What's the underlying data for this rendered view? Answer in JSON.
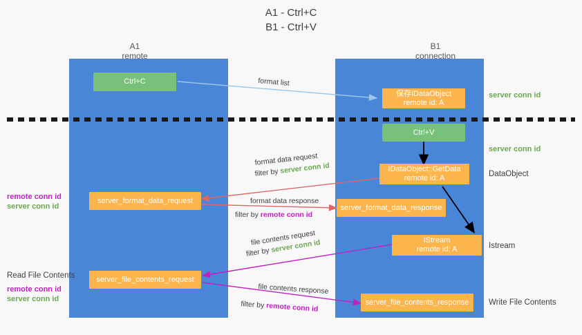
{
  "title": "A1 - Ctrl+C\nB1 - Ctrl+V",
  "lanes": [
    {
      "name": "A1",
      "sub": "remote",
      "head": "A1\nremote"
    },
    {
      "name": "B1",
      "sub": "connection",
      "head": "B1\nconnection"
    }
  ],
  "colors": {
    "lane": "#4a86d8",
    "green_node": "#79c07a",
    "orange_node": "#fcb44d",
    "server_conn_id": "#6aa84f",
    "remote_conn_id": "#c020c0",
    "format_list_arrow": "#9fc5e8",
    "format_data_arrow": "#e06666",
    "file_contents_arrow": "#c020c0",
    "background": "#f8f8f8"
  },
  "nodes": {
    "ctrl_c": "Ctrl+C",
    "save_idataobject": "保存IDataObject\nremote id: A",
    "ctrl_v": "Ctrl+V",
    "getdata": "IDataObject::GetData\nremote id: A",
    "server_format_data_request": "server_format_data_request",
    "server_format_data_response": "server_format_data_response",
    "istream": "IStream\nremote id: A",
    "server_file_contents_request": "server_file_contents_request",
    "server_file_contents_response": "server_file_contents_response"
  },
  "right_labels": {
    "server_conn_id_top": "server conn id",
    "server_conn_id_mid": "server conn id",
    "dataobject": "DataObject",
    "istream": "Istream",
    "write_file_contents": "Write File Contents"
  },
  "left_labels": {
    "remote_conn_id_1": "remote conn id",
    "server_conn_id_1": "server conn id",
    "read_file_contents": "Read File Contents",
    "remote_conn_id_2": "remote conn id",
    "server_conn_id_2": "server conn id"
  },
  "edges": {
    "format_list": "format list",
    "format_data_request_l1": "format data request",
    "format_data_request_l2a": "filter by ",
    "format_data_request_l2b": "server conn id",
    "format_data_response_l1": "format data response",
    "format_data_response_l2a": "filter by ",
    "format_data_response_l2b": "remote conn id",
    "file_contents_request_l1": "file contents request",
    "file_contents_request_l2a": "filter by ",
    "file_contents_request_l2b": "server conn id",
    "file_contents_response_l1": "file contents response",
    "file_contents_response_l2a": "filter by ",
    "file_contents_response_l2b": "remote conn id"
  }
}
